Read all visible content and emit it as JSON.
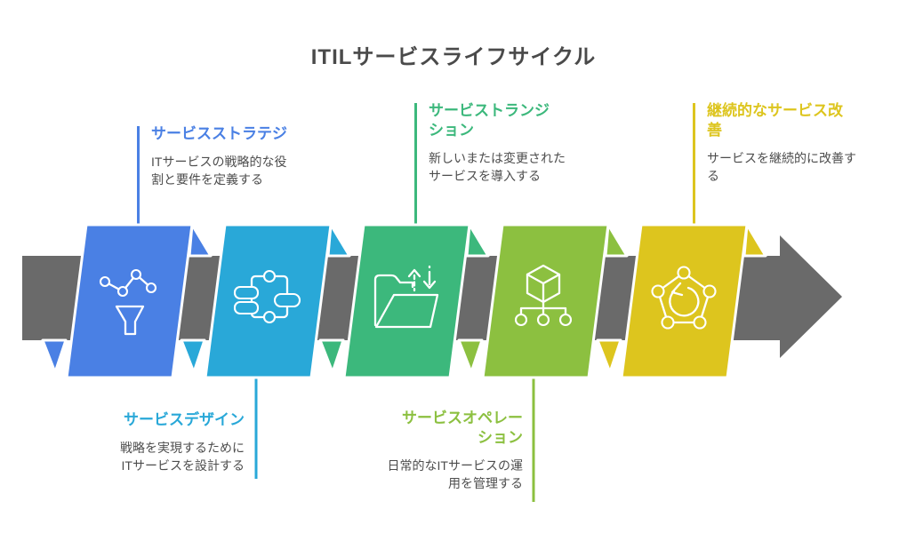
{
  "title": "ITILサービスライフサイクル",
  "colors": {
    "arrow": "#6a6a6a",
    "title_text": "#4a4a4a",
    "description_text": "#4d4d4d",
    "icon_stroke": "#ffffff"
  },
  "stages": [
    {
      "id": 1,
      "name": "サービスストラテジ",
      "description": "ITサービスの戦略的な役割と要件を定義する",
      "color": "#4a80e4",
      "label_position": "top",
      "icon": "funnel-network-icon"
    },
    {
      "id": 2,
      "name": "サービスデザイン",
      "description": "戦略を実現するためにITサービスを設計する",
      "color": "#29a8d8",
      "label_position": "bottom",
      "icon": "workflow-blocks-icon"
    },
    {
      "id": 3,
      "name": "サービストランジション",
      "description": "新しいまたは変更されたサービスを導入する",
      "color": "#3cb87c",
      "label_position": "top",
      "icon": "folder-transfer-icon"
    },
    {
      "id": 4,
      "name": "サービスオペレーション",
      "description": "日常的なITサービスの運用を管理する",
      "color": "#8cc040",
      "label_position": "bottom",
      "icon": "hierarchy-cube-icon"
    },
    {
      "id": 5,
      "name": "継続的なサービス改善",
      "description": "サービスを継続的に改善する",
      "color": "#ddc51e",
      "label_position": "top",
      "icon": "cycle-pentagon-icon"
    }
  ]
}
